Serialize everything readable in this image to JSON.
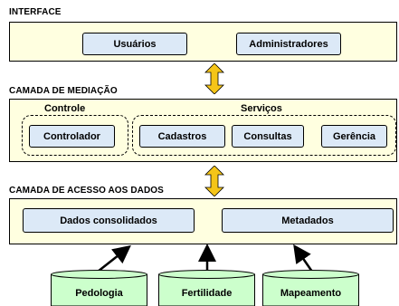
{
  "interface": {
    "title": "INTERFACE",
    "items": [
      "Usuários",
      "Administradores"
    ]
  },
  "mediation": {
    "title": "CAMADA DE MEDIAÇÃO",
    "control_label": "Controle",
    "services_label": "Serviços",
    "control_items": [
      "Controlador"
    ],
    "service_items": [
      "Cadastros",
      "Consultas",
      "Gerência"
    ]
  },
  "data_access": {
    "title": "CAMADA DE ACESSO AOS DADOS",
    "items": [
      "Dados consolidados",
      "Metadados"
    ]
  },
  "databases": [
    "Pedologia",
    "Fertilidade",
    "Mapeamento"
  ],
  "colors": {
    "layer_fill": "#ffffe0",
    "box_fill": "#dce9f7",
    "db_fill": "#ccffcc",
    "arrow_fill": "#f5c518"
  }
}
